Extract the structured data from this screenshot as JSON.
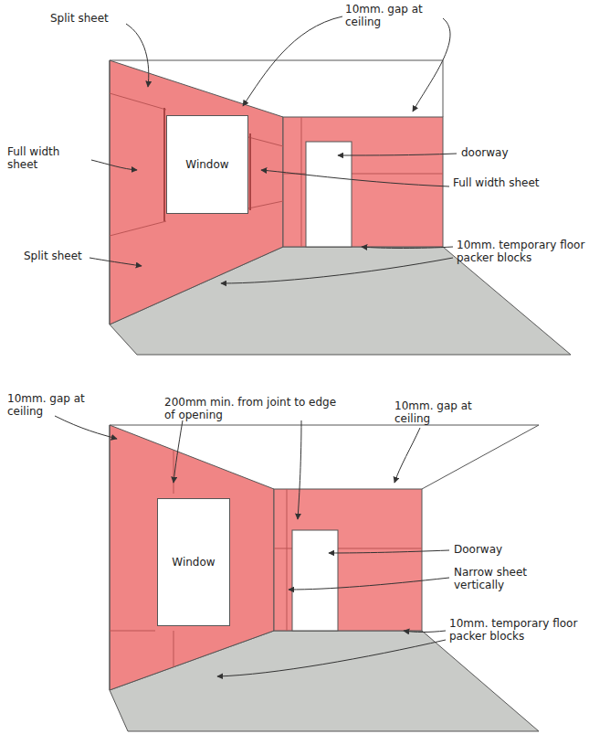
{
  "diagram": {
    "nodes": [
      {
        "text": [
          "Window"
        ]
      },
      {
        "text": [
          "Window"
        ]
      }
    ],
    "labels": [
      "Split sheet",
      "10mm. gap at ceiling",
      "Full width sheet",
      "doorway",
      "Full width sheet",
      "Split sheet",
      "10mm. temporary floor packer blocks",
      "10mm. gap at ceiling",
      "200mm min. from joint to edge of opening",
      "10mm. gap at ceiling",
      "Doorway",
      "Narrow sheet vertically",
      "10mm. temporary floor packer blocks"
    ]
  }
}
